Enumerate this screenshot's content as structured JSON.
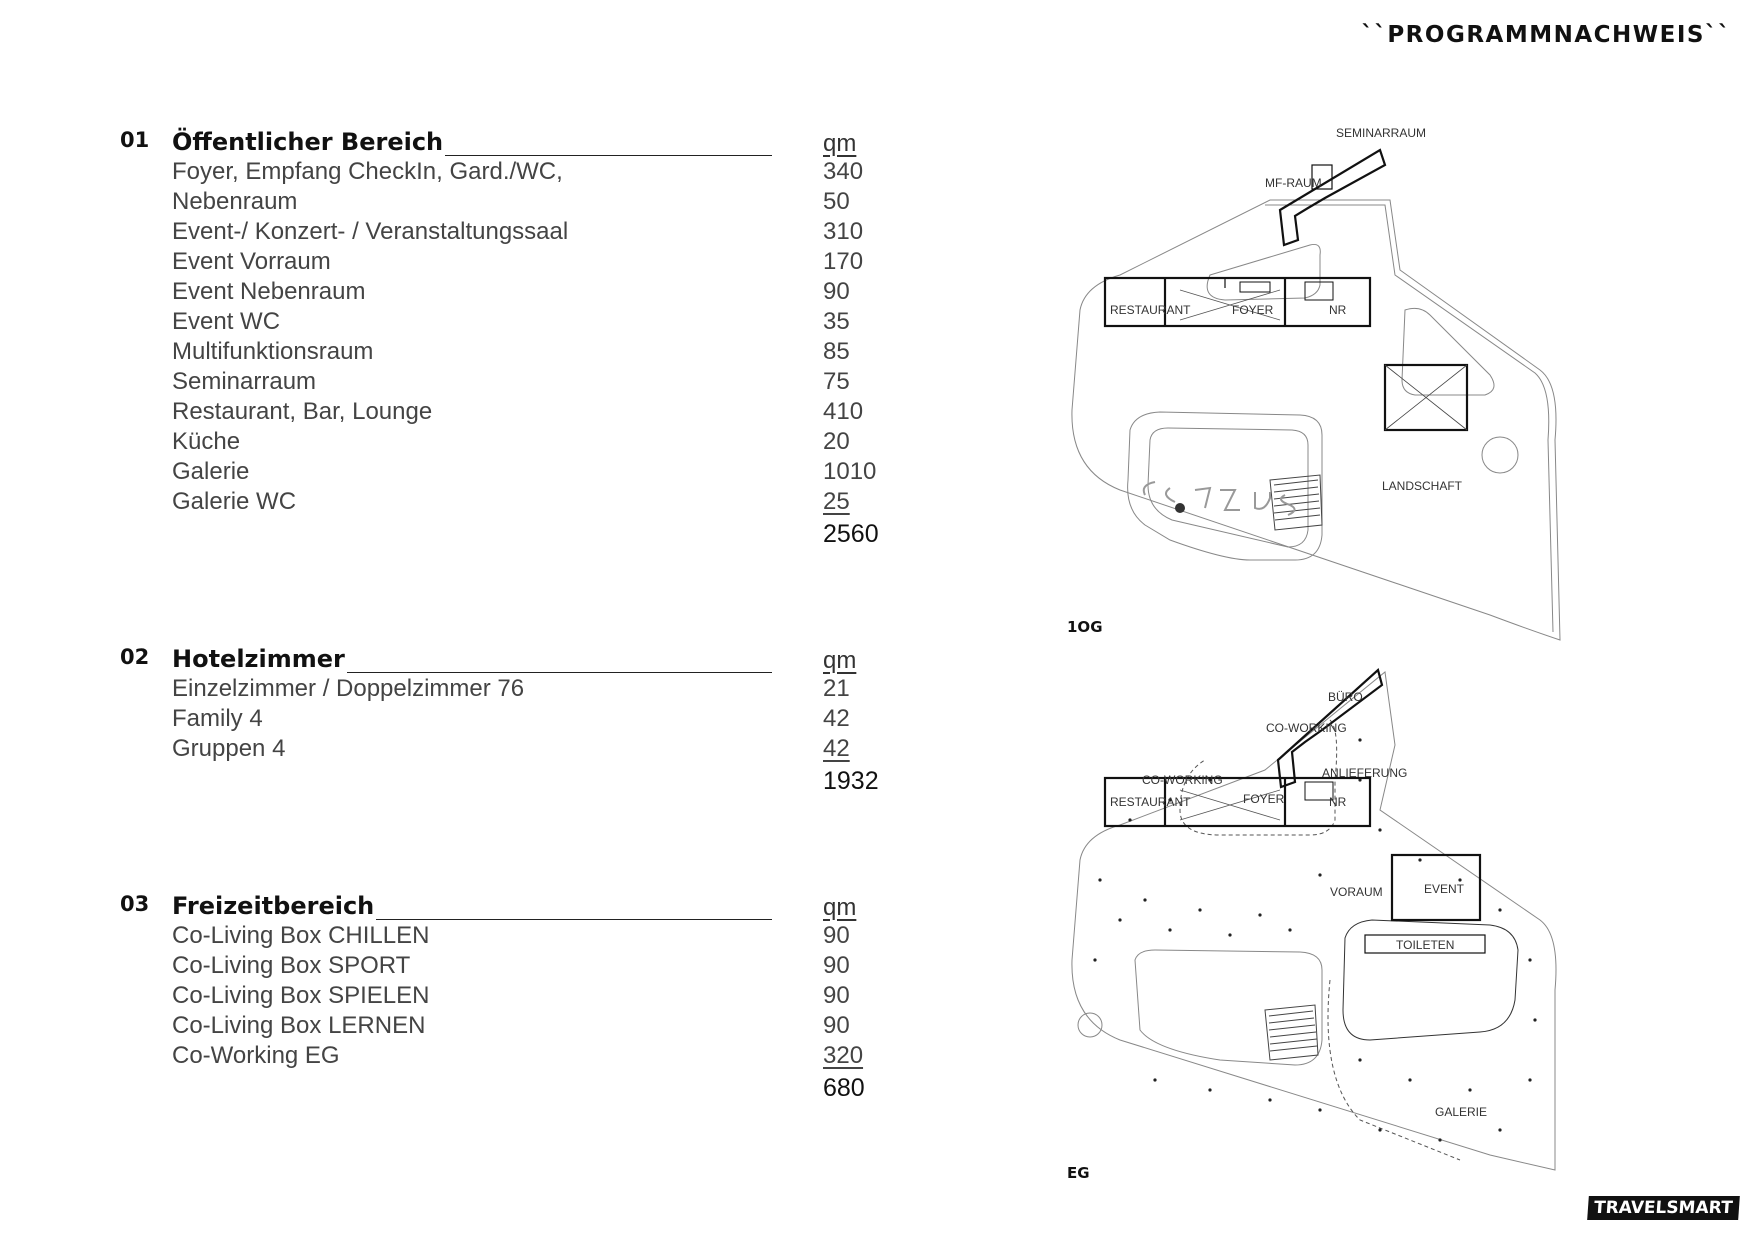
{
  "header": {
    "title": "``PROGRAMMNACHWEIS``"
  },
  "sections": [
    {
      "num": "01",
      "title": "Öffentlicher Bereich",
      "unit": "qm",
      "rows": [
        {
          "name": "Foyer, Empfang CheckIn, Gard./WC,",
          "value": "340"
        },
        {
          "name": "Nebenraum",
          "value": "50"
        },
        {
          "name": "Event-/ Konzert- / Veranstaltungssaal",
          "value": "310"
        },
        {
          "name": "Event Vorraum",
          "value": "170"
        },
        {
          "name": "Event Nebenraum",
          "value": "90"
        },
        {
          "name": "Event WC",
          "value": "35"
        },
        {
          "name": "Multifunktionsraum",
          "value": "85"
        },
        {
          "name": "Seminarraum",
          "value": "75"
        },
        {
          "name": "Restaurant, Bar, Lounge",
          "value": "410"
        },
        {
          "name": "Küche",
          "value": "20"
        },
        {
          "name": "Galerie",
          "value": "1010"
        },
        {
          "name": "Galerie WC",
          "value": "25"
        }
      ],
      "total": "2560"
    },
    {
      "num": "02",
      "title": "Hotelzimmer",
      "unit": "qm",
      "rows": [
        {
          "name": "Einzelzimmer / Doppelzimmer 76",
          "value": "21"
        },
        {
          "name": "Family 4",
          "value": "42"
        },
        {
          "name": "Gruppen 4",
          "value": "42"
        }
      ],
      "total": "1932"
    },
    {
      "num": "03",
      "title": "Freizeitbereich",
      "unit": "qm",
      "rows": [
        {
          "name": "Co-Living Box CHILLEN",
          "value": "90"
        },
        {
          "name": "Co-Living Box SPORT",
          "value": "90"
        },
        {
          "name": "Co-Living Box SPIELEN",
          "value": "90"
        },
        {
          "name": "Co-Living Box LERNEN",
          "value": "90"
        },
        {
          "name": "Co-Working EG",
          "value": "320"
        }
      ],
      "total": "680"
    }
  ],
  "plans": {
    "upper": {
      "label": "1OG",
      "rooms": [
        "SEMINARRAUM",
        "MF-RAUM",
        "RESTAURANT",
        "FOYER",
        "NR",
        "LANDSCHAFT"
      ]
    },
    "ground": {
      "label": "EG",
      "rooms": [
        "BÜRO",
        "CO-WORKING",
        "ANLIEFERUNG",
        "CO-WORKING",
        "RESTAURANT",
        "FOYER",
        "NR",
        "VORAUM",
        "EVENT",
        "TOILETEN",
        "GALERIE"
      ]
    }
  },
  "logo": {
    "text": "TRAVELSMART"
  }
}
